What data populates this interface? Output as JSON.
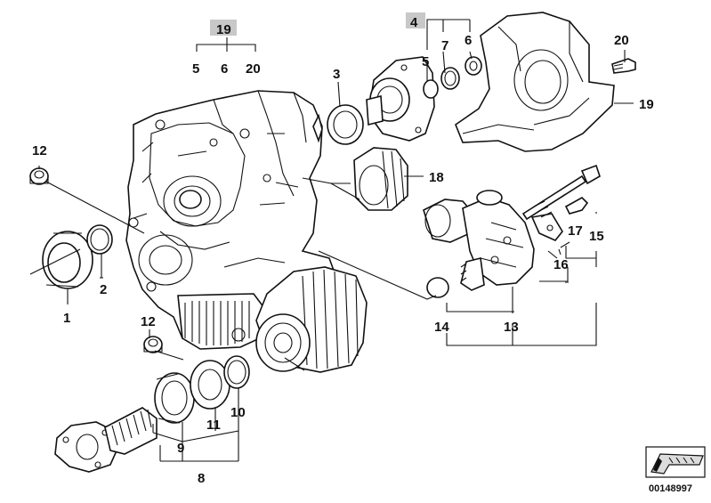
{
  "diagram_id": "00148997",
  "labels": {
    "l1": "1",
    "l2": "2",
    "l3": "3",
    "l4": "4",
    "l5a": "5",
    "l5b": "5",
    "l6a": "6",
    "l6b": "6",
    "l7": "7",
    "l8": "8",
    "l9": "9",
    "l10": "10",
    "l11": "11",
    "l12a": "12",
    "l12b": "12",
    "l13": "13",
    "l14": "14",
    "l15": "15",
    "l16": "16",
    "l17": "17",
    "l18": "18",
    "l19a": "19",
    "l19b": "19",
    "l20a": "20",
    "l20b": "20"
  },
  "colors": {
    "line": "#111111",
    "highlight": "#c8c8c8",
    "background": "#ffffff"
  }
}
